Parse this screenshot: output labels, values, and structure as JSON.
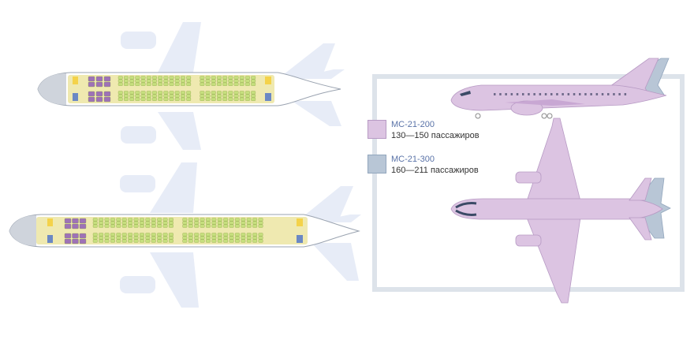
{
  "colors": {
    "mc200": "#dcc4e2",
    "mc200_stroke": "#b79ac4",
    "mc300": "#b8c6d6",
    "mc300_stroke": "#92a6bd",
    "frame": "#dde3ea",
    "seat_economy": "#c6df7e",
    "seat_business": "#9e72b7",
    "galley": "#f4d24a",
    "lav": "#6b88c4",
    "cabin_floor": "#efe9b0",
    "fuselage": "#ffffff",
    "ghost_wing": "#e7ecf7"
  },
  "legend": [
    {
      "name": "МС-21-200",
      "capacity": "130—150 пассажиров",
      "color_key": "mc200"
    },
    {
      "name": "МС-21-300",
      "capacity": "160—211 пассажиров",
      "color_key": "mc300"
    }
  ],
  "seat_maps": [
    {
      "business_rows": 3,
      "economy_rows_front": 13,
      "economy_rows_rear": 10
    },
    {
      "business_rows": 3,
      "economy_rows_front": 14,
      "economy_rows_rear": 14
    }
  ]
}
